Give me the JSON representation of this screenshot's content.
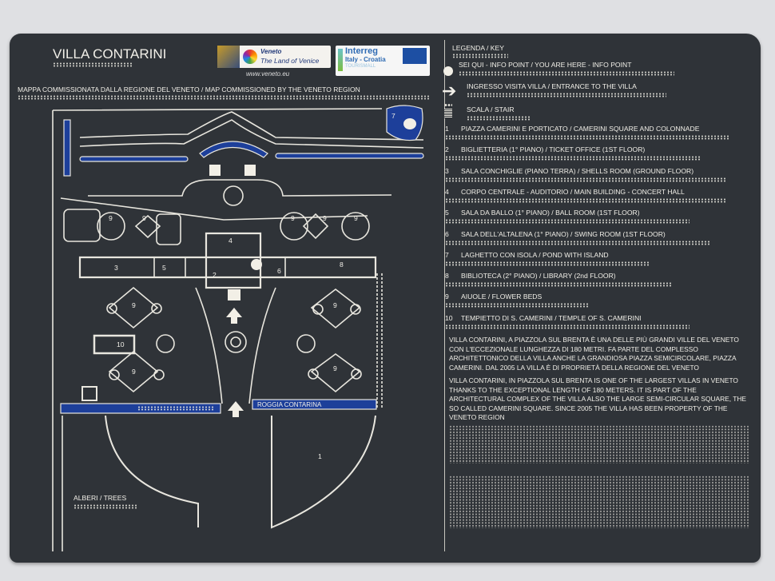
{
  "header": {
    "title": "VILLA CONTARINI",
    "map_note": "MAPPA COMMISSIONATA DALLA REGIONE DEL VENETO / MAP COMMISSIONED BY THE VENETO REGION"
  },
  "logos": {
    "veneto_name": "Veneto",
    "veneto_tagline": "The Land of Venice",
    "veneto_url": "www.veneto.eu",
    "interreg_name": "Interreg",
    "interreg_program": "Italy - Croatia",
    "interreg_project": "TOURISMALL"
  },
  "legend": {
    "title": "LEGENDA / KEY",
    "you_are_here": "SEI QUI - INFO POINT / YOU ARE HERE - INFO POINT",
    "entrance": "INGRESSO VISITA VILLA / ENTRANCE TO THE VILLA",
    "stair": "SCALA / STAIR",
    "items": [
      {
        "num": "1",
        "label": "PIAZZA CAMERINI E PORTICATO / CAMERINI SQUARE AND COLONNADE"
      },
      {
        "num": "2",
        "label": "BIGLIETTERIA (1° PIANO) / TICKET OFFICE (1ST FLOOR)"
      },
      {
        "num": "3",
        "label": "SALA CONCHIGLIE (PIANO TERRA) / SHELLS ROOM (GROUND FLOOR)"
      },
      {
        "num": "4",
        "label": "CORPO CENTRALE  - AUDITORIO / MAIN BUILDING - CONCERT HALL"
      },
      {
        "num": "5",
        "label": "SALA DA BALLO (1° PIANO) / BALL ROOM (1ST FLOOR)"
      },
      {
        "num": "6",
        "label": "SALA DELL'ALTALENA (1° PIANO) / SWING ROOM (1ST FLOOR)"
      },
      {
        "num": "7",
        "label": "LAGHETTO CON ISOLA / POND WITH ISLAND"
      },
      {
        "num": "8",
        "label": "BIBLIOTECA (2° PIANO) / LIBRARY (2nd FLOOR)"
      },
      {
        "num": "9",
        "label": "AIUOLE / FLOWER BEDS"
      },
      {
        "num": "10",
        "label": "TEMPIETTO DI S. CAMERINI / TEMPLE OF S. CAMERINI"
      }
    ]
  },
  "description_it": "VILLA CONTARINI, A PIAZZOLA SUL BRENTA È UNA DELLE PIÙ GRANDI VILLE DEL VENETO CON L'ECCEZIONALE LUNGHEZZA DI 180 METRI. FA PARTE DEL COMPLESSO ARCHITETTONICO DELLA VILLA ANCHE LA GRANDIOSA PIAZZA SEMICIRCOLARE, PIAZZA CAMERINI. DAL 2005 LA VILLA È DI PROPRIETÀ DELLA REGIONE DEL VENETO",
  "description_en": "VILLA CONTARINI, IN PIAZZOLA SUL BRENTA IS ONE OF THE LARGEST VILLAS IN VENETO THANKS TO THE EXCEPTIONAL LENGTH OF 180 METERS. IT IS PART OF THE ARCHITECTURAL COMPLEX OF THE VILLA ALSO THE LARGE SEMI-CIRCULAR SQUARE, THE SO CALLED CAMERINI SQUARE. SINCE 2005 THE VILLA HAS BEEN PROPERTY OF THE VENETO REGION",
  "map": {
    "canal_label": "ROGGIA CONTARINA",
    "trees_label": "ALBERI / TREES",
    "labels": {
      "n1": "1",
      "n2": "2",
      "n3": "3",
      "n4": "4",
      "n5": "5",
      "n6": "6",
      "n7": "7",
      "n8": "8",
      "n9": "9",
      "n10": "10"
    }
  },
  "colors": {
    "panel": "#2f3338",
    "water": "#1d3f9a",
    "line": "#e8e6de"
  }
}
